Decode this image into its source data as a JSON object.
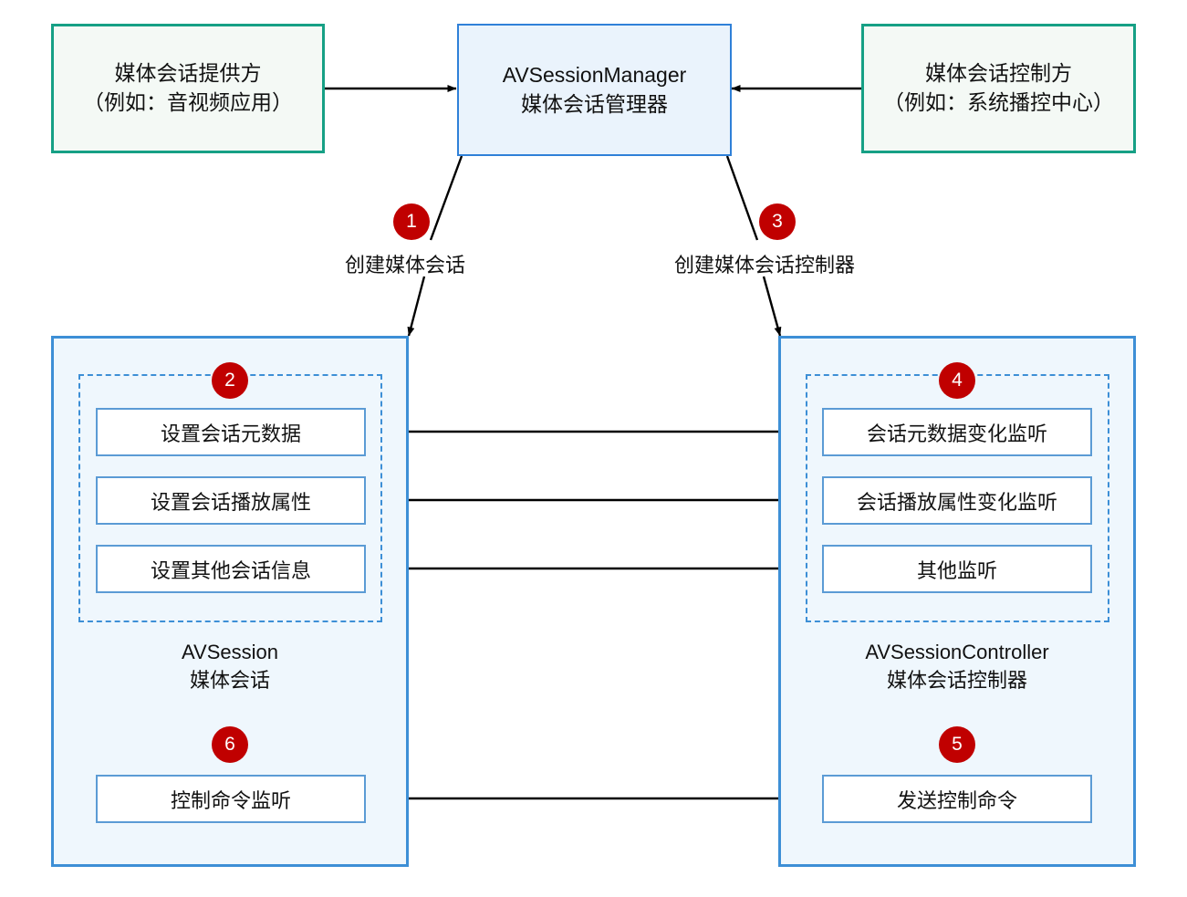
{
  "diagram": {
    "title_visible": false,
    "colors": {
      "actor_border": "#16a085",
      "actor_fill": "#f4f9f5",
      "panel_border": "#3d8fd6",
      "panel_fill": "#eff7fd",
      "box_border": "#5b9bd5",
      "badge_red": "#c00000",
      "arrow": "#000000",
      "background": "#ffffff"
    },
    "actors": {
      "provider": {
        "line1": "媒体会话提供方",
        "line2": "（例如：音视频应用）"
      },
      "controller_side": {
        "line1": "媒体会话控制方",
        "line2": "（例如：系统播控中心）"
      }
    },
    "manager": {
      "line1": "AVSessionManager",
      "line2": "媒体会话管理器"
    },
    "steps": [
      {
        "number": "1",
        "label": "创建媒体会话"
      },
      {
        "number": "2",
        "label": ""
      },
      {
        "number": "3",
        "label": "创建媒体会话控制器"
      },
      {
        "number": "4",
        "label": ""
      },
      {
        "number": "5",
        "label": ""
      },
      {
        "number": "6",
        "label": ""
      }
    ],
    "left_panel": {
      "badge": "2",
      "title_line1": "AVSession",
      "title_line2": "媒体会话",
      "items": [
        "设置会话元数据",
        "设置会话播放属性",
        "设置其他会话信息"
      ],
      "bottom_badge": "6",
      "bottom_item": "控制命令监听"
    },
    "right_panel": {
      "badge": "4",
      "title_line1": "AVSessionController",
      "title_line2": "媒体会话控制器",
      "items": [
        "会话元数据变化监听",
        "会话播放属性变化监听",
        "其他监听"
      ],
      "bottom_badge": "5",
      "bottom_item": "发送控制命令"
    }
  }
}
